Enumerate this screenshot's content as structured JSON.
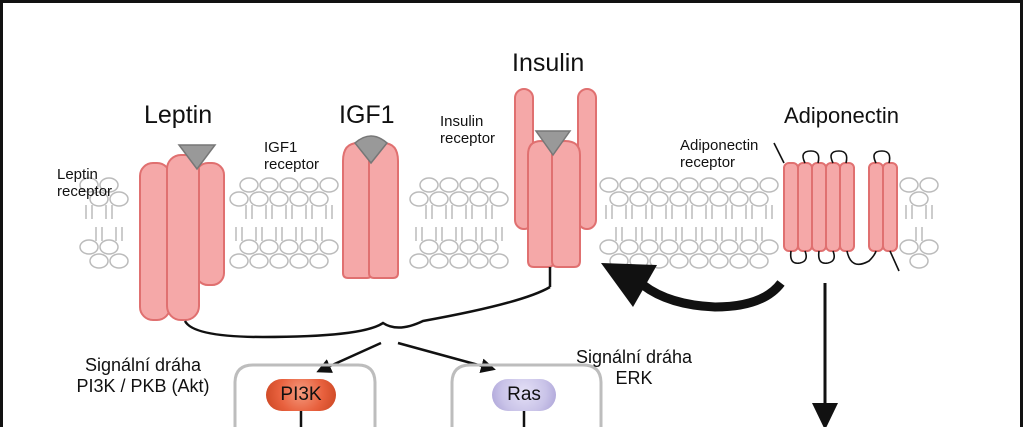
{
  "ligands": {
    "leptin": "Leptin",
    "igf1": "IGF1",
    "insulin": "Insulin",
    "adiponectin": "Adiponectin"
  },
  "receptors": {
    "leptin": [
      "Leptin",
      "receptor"
    ],
    "igf1": [
      "IGF1",
      "receptor"
    ],
    "insulin": [
      "Insulin",
      "receptor"
    ],
    "adiponectin": [
      "Adiponectin",
      "receptor"
    ]
  },
  "pathways": {
    "pi3k": [
      "Signální dráha",
      "PI3K / PKB (Akt)"
    ],
    "erk": [
      "Signální dráha",
      "ERK"
    ]
  },
  "proteins": {
    "pi3k": "PI3K",
    "ras": "Ras"
  },
  "colors": {
    "receptor_fill": "#f5a8a8",
    "receptor_stroke": "#e07070",
    "membrane": "#c8c8c8",
    "ligand_triangle": "#999999",
    "pi3k_fill": "#e8613e",
    "ras_fill": "#c9c3e8",
    "box_stroke": "#bdbdbd"
  }
}
